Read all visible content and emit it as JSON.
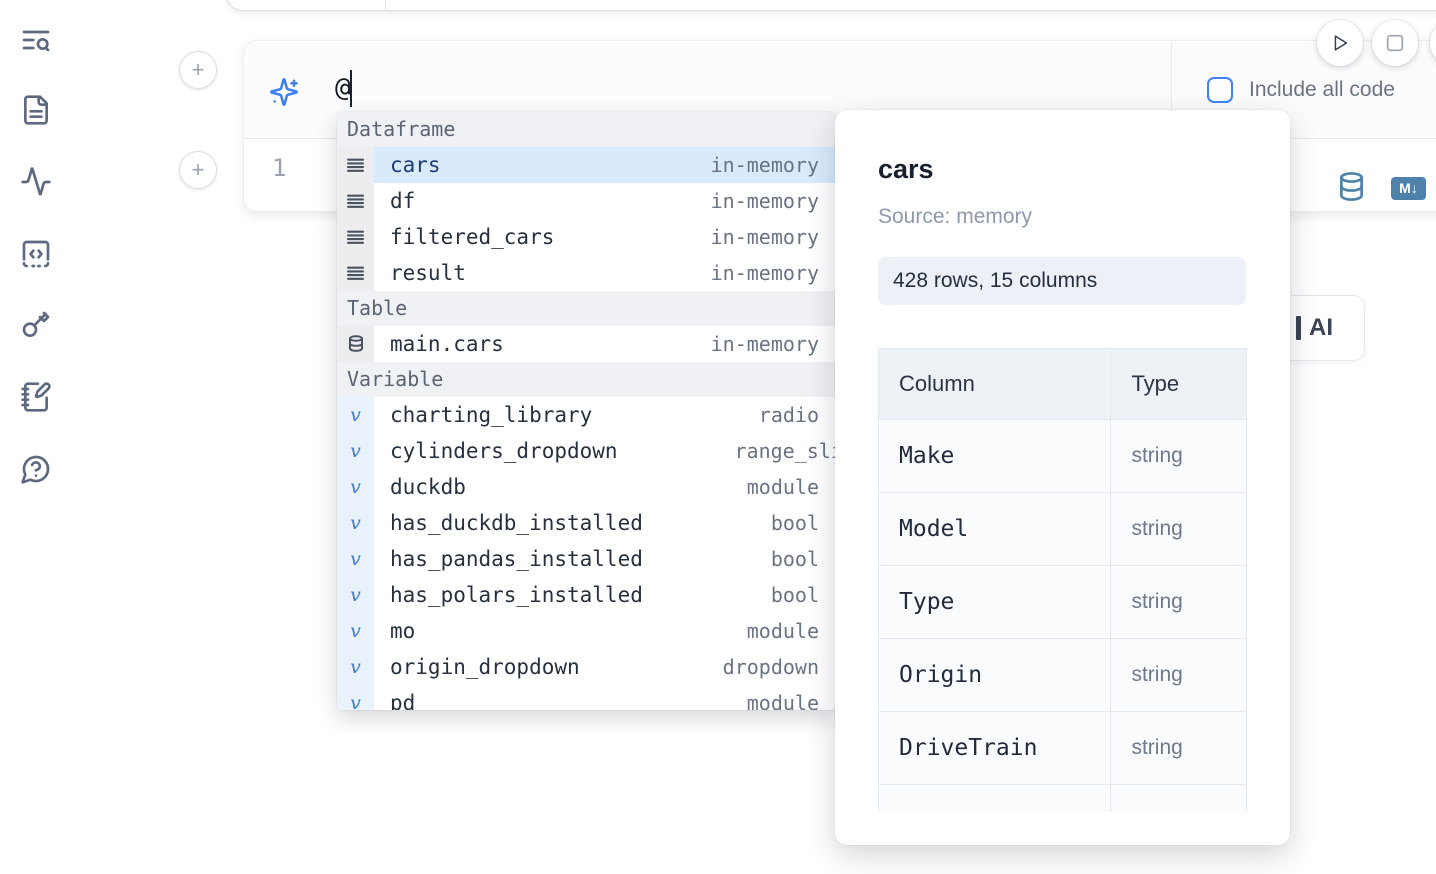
{
  "sidebar": {
    "icons": [
      "list-search",
      "file-text",
      "activity",
      "snippets-code",
      "key",
      "notebook-pen",
      "help-chat"
    ]
  },
  "editor": {
    "prompt_value": "@",
    "include_all_code_label": "Include all code",
    "line_number": "1",
    "add_cell_label": "+",
    "icons": [
      "play",
      "stop",
      "database",
      "markdown"
    ],
    "markdown_badge": "M↓"
  },
  "autocomplete": {
    "items": [
      {
        "kind": "header",
        "label": "Dataframe"
      },
      {
        "kind": "dataframe",
        "name": "cars",
        "detail": "in-memory",
        "selected": true
      },
      {
        "kind": "dataframe",
        "name": "df",
        "detail": "in-memory"
      },
      {
        "kind": "dataframe",
        "name": "filtered_cars",
        "detail": "in-memory"
      },
      {
        "kind": "dataframe",
        "name": "result",
        "detail": "in-memory"
      },
      {
        "kind": "header",
        "label": "Table"
      },
      {
        "kind": "table",
        "name": "main.cars",
        "detail": "in-memory"
      },
      {
        "kind": "header",
        "label": "Variable"
      },
      {
        "kind": "variable",
        "glyph": "v",
        "name": "charting_library",
        "detail": "radio"
      },
      {
        "kind": "variable",
        "glyph": "v",
        "name": "cylinders_dropdown",
        "detail": "range_slider"
      },
      {
        "kind": "variable",
        "glyph": "v",
        "name": "duckdb",
        "detail": "module"
      },
      {
        "kind": "variable",
        "glyph": "v",
        "name": "has_duckdb_installed",
        "detail": "bool"
      },
      {
        "kind": "variable",
        "glyph": "v",
        "name": "has_pandas_installed",
        "detail": "bool"
      },
      {
        "kind": "variable",
        "glyph": "v",
        "name": "has_polars_installed",
        "detail": "bool"
      },
      {
        "kind": "variable",
        "glyph": "v",
        "name": "mo",
        "detail": "module"
      },
      {
        "kind": "variable",
        "glyph": "v",
        "name": "origin_dropdown",
        "detail": "dropdown"
      },
      {
        "kind": "variable",
        "glyph": "v",
        "name": "pd",
        "detail": "module"
      }
    ]
  },
  "preview": {
    "title": "cars",
    "source": "Source: memory",
    "shape": "428 rows, 15 columns",
    "table": {
      "headers": [
        "Column",
        "Type"
      ],
      "rows": [
        [
          "Make",
          "string"
        ],
        [
          "Model",
          "string"
        ],
        [
          "Type",
          "string"
        ],
        [
          "Origin",
          "string"
        ],
        [
          "DriveTrain",
          "string"
        ],
        [
          "",
          ""
        ]
      ]
    }
  },
  "partial_ai_button": {
    "visible_label": "AI"
  }
}
